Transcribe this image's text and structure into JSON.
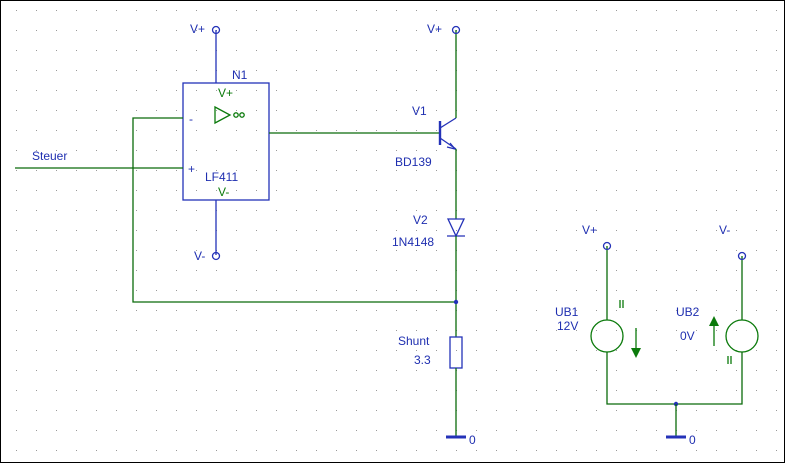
{
  "colors": {
    "wire": "#0b6b0b",
    "component": "#2432b8",
    "label": "#1f2fb0",
    "grid": "#9a9a9a",
    "frame": "#000000"
  },
  "labels": {
    "vplus": "V+",
    "vminus": "V-",
    "n1": "N1",
    "opamp_vplus": "V+",
    "opamp_vminus": "V-",
    "opamp_model": "LF411",
    "opamp_minus": "-",
    "opamp_plus": "+",
    "steuer": "Steuer",
    "v1": "V1",
    "bd139": "BD139",
    "v2": "V2",
    "diode": "1N4148",
    "shunt": "Shunt",
    "shunt_value": "3.3",
    "ub1": "UB1",
    "ub1_value": "12V",
    "ub2": "UB2",
    "ub2_value": "0V",
    "ground": "0"
  }
}
